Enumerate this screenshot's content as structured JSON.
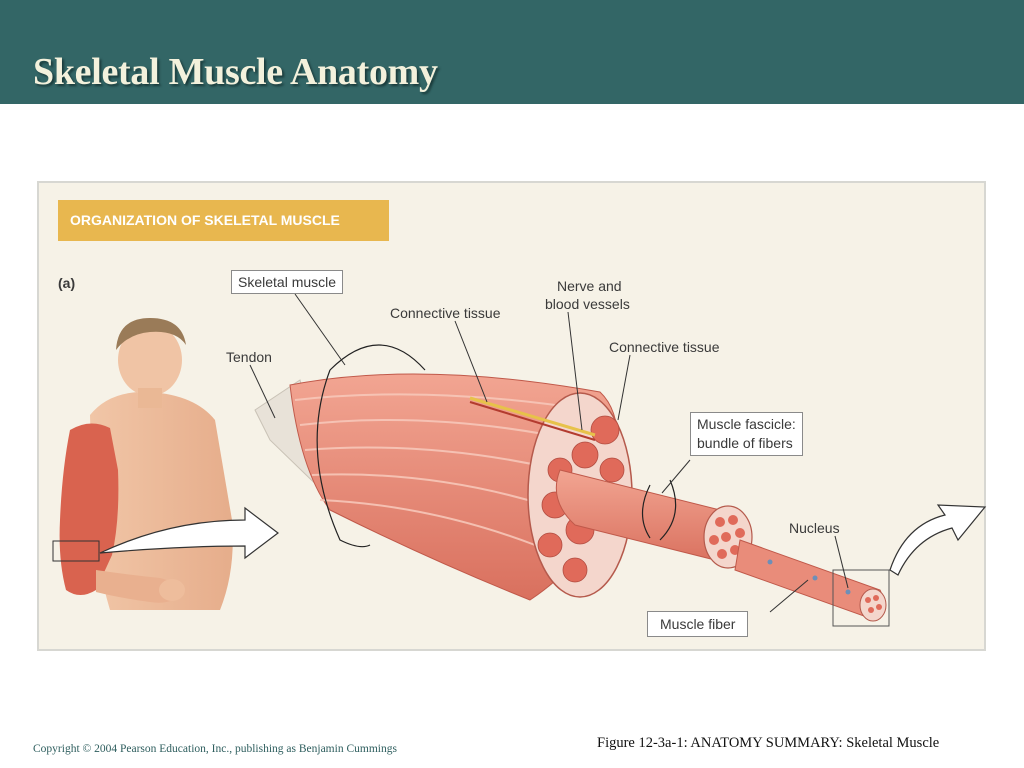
{
  "slide": {
    "title": "Skeletal Muscle Anatomy",
    "copyright": "Copyright © 2004 Pearson Education, Inc., publishing as Benjamin Cummings",
    "caption": "Figure 12-3a-1: ANATOMY SUMMARY: Skeletal Muscle"
  },
  "figure": {
    "banner": "ORGANIZATION OF SKELETAL MUSCLE",
    "panel_letter": "(a)",
    "labels": {
      "skeletal_muscle": "Skeletal muscle",
      "tendon": "Tendon",
      "connective_tissue_1": "Connective tissue",
      "nerve_vessels_line1": "Nerve and",
      "nerve_vessels_line2": "blood vessels",
      "connective_tissue_2": "Connective tissue",
      "fascicle_line1": "Muscle fascicle:",
      "fascicle_line2": "bundle of fibers",
      "nucleus": "Nucleus",
      "muscle_fiber": "Muscle fiber"
    }
  },
  "colors": {
    "header": "#336666",
    "title_text": "#f3f1dc",
    "banner": "#e8b74f",
    "muscle": "#e98c7a",
    "panel": "#f6f2e7"
  }
}
